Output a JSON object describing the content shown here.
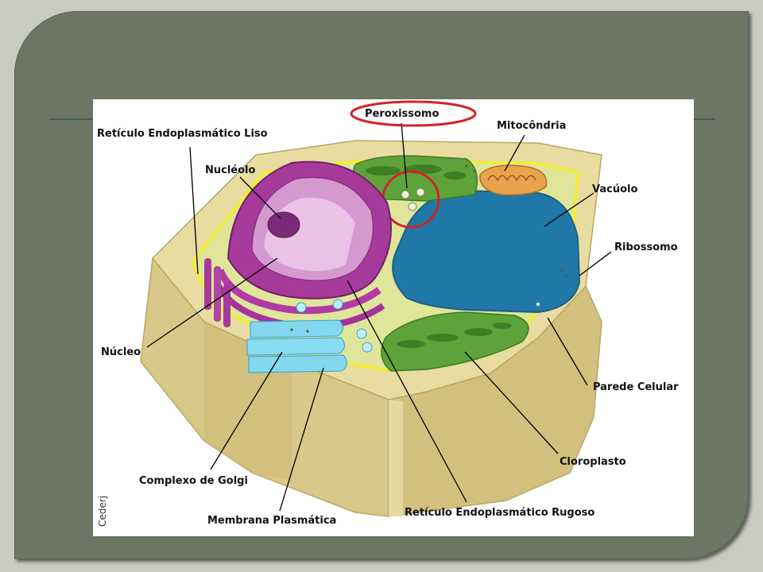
{
  "diagram": {
    "labels": {
      "peroxissomo": "Peroxissomo",
      "mitocondria": "Mitocôndria",
      "reticulo_liso": "Retículo Endoplasmático Liso",
      "nucleolo": "Nucléolo",
      "vacuolo": "Vacúolo",
      "ribossomo": "Ribossomo",
      "nucleo": "Núcleo",
      "parede_celular": "Parede Celular",
      "cloroplasto": "Cloroplasto",
      "complexo_golgi": "Complexo de Golgi",
      "reticulo_rugoso": "Retículo Endoplasmático Rugoso",
      "membrana_plasmatica": "Membrana Plasmática"
    },
    "credit": "Cederj",
    "highlight_color": "#d42228"
  }
}
